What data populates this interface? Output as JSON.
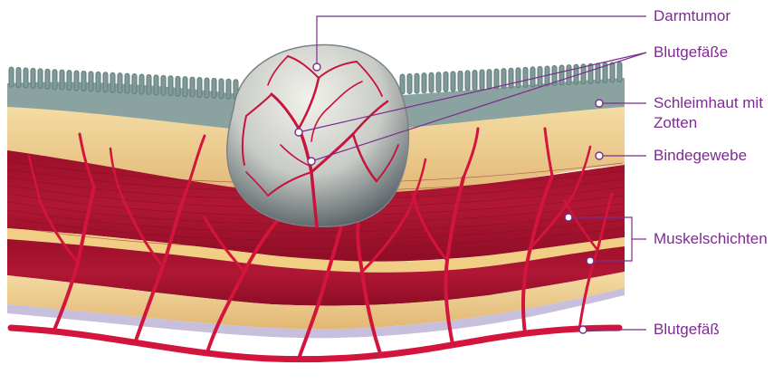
{
  "labels": {
    "darmtumor": "Darmtumor",
    "blutgefaesse": "Blutgefäße",
    "schleimhaut_line1": "Schleimhaut mit",
    "schleimhaut_line2": "Zotten",
    "bindegewebe": "Bindegewebe",
    "muskelschichten": "Muskelschichten",
    "blutgefaess": "Blutgefäß"
  },
  "colors": {
    "label_text": "#7b2d8e",
    "leader_line": "#7b2d8e",
    "mucosa": "#7f9a98",
    "connective_tissue": "#eccb8c",
    "muscle": "#a3122c",
    "blood_vessel": "#d3143d",
    "tumor": "#c9ccc4",
    "submucosa_base": "#c7bfdc"
  }
}
